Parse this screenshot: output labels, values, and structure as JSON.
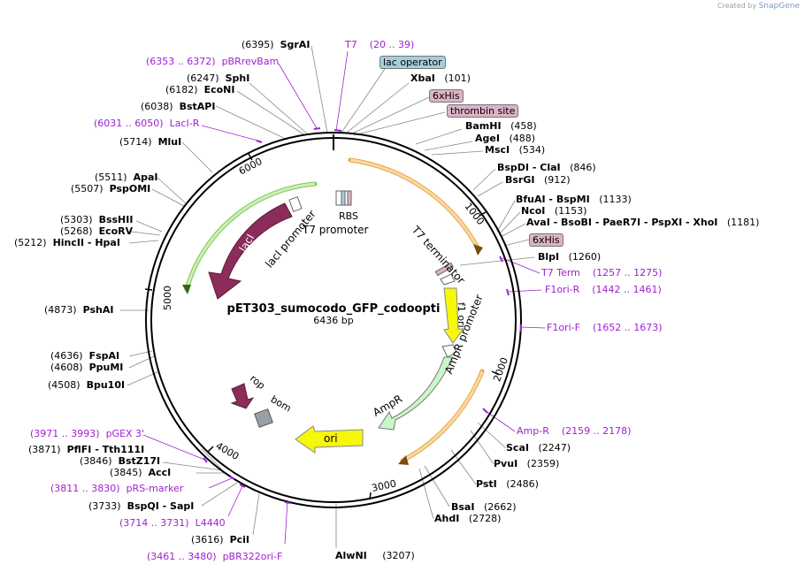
{
  "credit": {
    "prefix": "Created by",
    "brand": "SnapGene"
  },
  "title": "pET303_sumocodo_GFP_codoopti",
  "size": "6436 bp",
  "ticks": [
    "1000",
    "2000",
    "3000",
    "4000",
    "5000",
    "6000"
  ],
  "sites": [
    {
      "pos": "(6395)",
      "name": "SgrAI"
    },
    {
      "pos": "(6247)",
      "name": "SphI"
    },
    {
      "pos": "(6182)",
      "name": "EcoNI"
    },
    {
      "pos": "(6038)",
      "name": "BstAPI"
    },
    {
      "pos": "(5714)",
      "name": "MluI"
    },
    {
      "pos": "(5511)",
      "name": "ApaI"
    },
    {
      "pos": "(5507)",
      "name": "PspOMI"
    },
    {
      "pos": "(5303)",
      "name": "BssHII"
    },
    {
      "pos": "(5268)",
      "name": "EcoRV"
    },
    {
      "pos": "(5212)",
      "name": "HincII  - HpaI"
    },
    {
      "pos": "(4873)",
      "name": "PshAI"
    },
    {
      "pos": "(4636)",
      "name": "FspAI"
    },
    {
      "pos": "(4608)",
      "name": "PpuMI"
    },
    {
      "pos": "(4508)",
      "name": "Bpu10I"
    },
    {
      "pos": "(3871)",
      "name": "PflFI  - Tth111I"
    },
    {
      "pos": "(3846)",
      "name": "BstZ17I"
    },
    {
      "pos": "(3845)",
      "name": "AccI"
    },
    {
      "pos": "(3733)",
      "name": "BspQI  - SapI"
    },
    {
      "pos": "(3616)",
      "name": "PciI"
    },
    {
      "pos": "(3207)",
      "name": "AlwNI"
    },
    {
      "pos": "(2728)",
      "name": "AhdI"
    },
    {
      "pos": "(2662)",
      "name": "BsaI"
    },
    {
      "pos": "(2486)",
      "name": "PstI"
    },
    {
      "pos": "(2359)",
      "name": "PvuI"
    },
    {
      "pos": "(2247)",
      "name": "ScaI"
    },
    {
      "pos": "(1260)",
      "name": "BlpI"
    },
    {
      "pos": "(1181)",
      "name": "AvaI  - BsoBI  - PaeR7I  - PspXI  - XhoI"
    },
    {
      "pos": "(1153)",
      "name": "NcoI"
    },
    {
      "pos": "(1133)",
      "name": "BfuAI  - BspMI"
    },
    {
      "pos": "(912)",
      "name": "BsrGI"
    },
    {
      "pos": "(846)",
      "name": "BspDI  - ClaI"
    },
    {
      "pos": "(534)",
      "name": "MscI"
    },
    {
      "pos": "(488)",
      "name": "AgeI"
    },
    {
      "pos": "(458)",
      "name": "BamHI"
    },
    {
      "pos": "(101)",
      "name": "XbaI"
    }
  ],
  "primers": [
    {
      "name": "T7",
      "range": "(20 .. 39)"
    },
    {
      "name": "pBRrevBam",
      "range": "(6353 .. 6372)"
    },
    {
      "name": "LacI-R",
      "range": "(6031 .. 6050)"
    },
    {
      "name": "T7 Term",
      "range": "(1257 .. 1275)"
    },
    {
      "name": "F1ori-R",
      "range": "(1442 .. 1461)"
    },
    {
      "name": "F1ori-F",
      "range": "(1652 .. 1673)"
    },
    {
      "name": "Amp-R",
      "range": "(2159 .. 2178)"
    },
    {
      "name": "pGEX 3'",
      "range": "(3971 .. 3993)"
    },
    {
      "name": "pRS-marker",
      "range": "(3811 .. 3830)"
    },
    {
      "name": "L4440",
      "range": "(3714 .. 3731)"
    },
    {
      "name": "pBR322ori-F",
      "range": "(3461 .. 3480)"
    }
  ],
  "boxed_features": [
    "lac operator",
    "6xHis",
    "thrombin site",
    "6xHis"
  ],
  "features": {
    "laci": "lacI",
    "laci_promoter": "lacI promoter",
    "t7_promoter": "T7 promoter",
    "rbs": "RBS",
    "t7_terminator": "T7 terminator",
    "f1_ori": "f1 ori",
    "ampr_promoter": "AmpR promoter",
    "ampr": "AmpR",
    "ori": "ori",
    "rop": "rop",
    "bom": "bom"
  },
  "colors": {
    "backbone": "#000000",
    "primer": "#a020d0",
    "laci": "#8b2c5a",
    "f1_ori": "#f7f70a",
    "ori": "#f7f70a",
    "ampr": "#c9f7c9",
    "orange_arc": "#f4c77f",
    "green_arc": "#a9e27d"
  }
}
